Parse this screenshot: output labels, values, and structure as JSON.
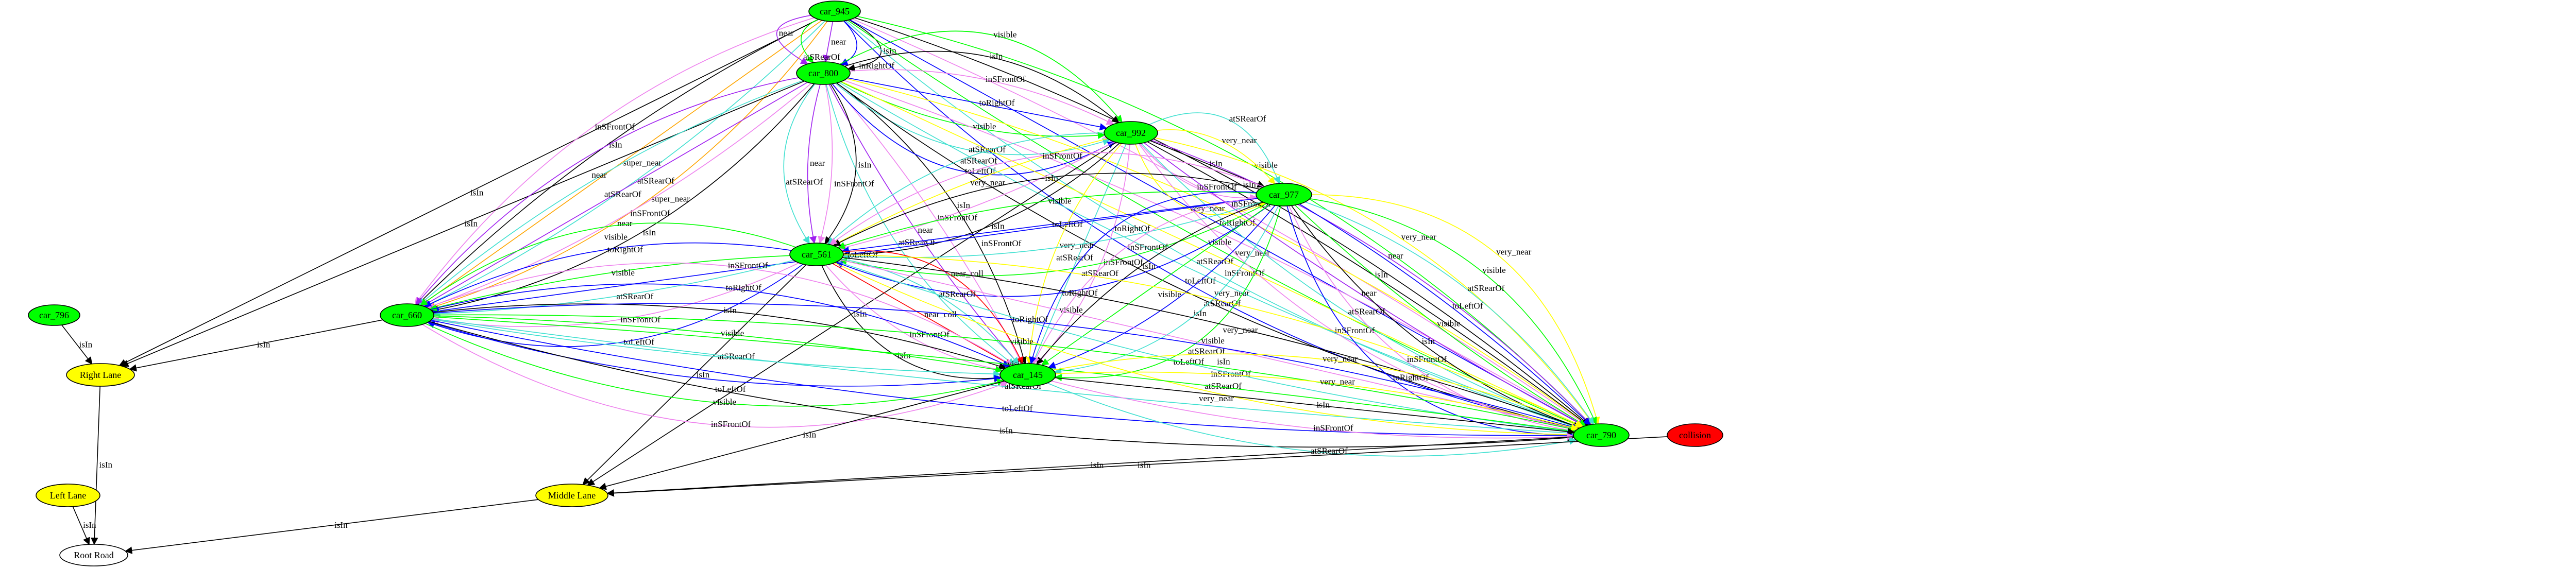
{
  "palette": {
    "ego_car": "#00ff00",
    "collision": "#ff0000",
    "lane": "#ffff00",
    "road": "#ffffff",
    "outline": "#000000"
  },
  "nodes": [
    {
      "id": "car_945",
      "label": "car_945",
      "kind": "car"
    },
    {
      "id": "car_800",
      "label": "car_800",
      "kind": "car"
    },
    {
      "id": "car_992",
      "label": "car_992",
      "kind": "car"
    },
    {
      "id": "car_977",
      "label": "car_977",
      "kind": "car"
    },
    {
      "id": "car_561",
      "label": "car_561",
      "kind": "car"
    },
    {
      "id": "car_796",
      "label": "car_796",
      "kind": "car"
    },
    {
      "id": "car_660",
      "label": "car_660",
      "kind": "car"
    },
    {
      "id": "car_145",
      "label": "car_145",
      "kind": "car"
    },
    {
      "id": "car_790",
      "label": "car_790",
      "kind": "car"
    },
    {
      "id": "collision",
      "label": "collision",
      "kind": "collision"
    },
    {
      "id": "right_lane",
      "label": "Right Lane",
      "kind": "lane"
    },
    {
      "id": "left_lane",
      "label": "Left Lane",
      "kind": "lane"
    },
    {
      "id": "middle_lane",
      "label": "Middle Lane",
      "kind": "lane"
    },
    {
      "id": "root_road",
      "label": "Root Road",
      "kind": "road"
    }
  ],
  "edges": [
    {
      "from": "car_945",
      "to": "right_lane",
      "label": "isIn",
      "color": "#000000"
    },
    {
      "from": "car_945",
      "to": "car_660",
      "label": "super_near",
      "color": "#ffa500"
    },
    {
      "from": "car_945",
      "to": "car_660",
      "label": "atSRearOf",
      "color": "#40e0d0"
    },
    {
      "from": "car_945",
      "to": "car_660",
      "label": "super_near",
      "color": "#ffa500"
    },
    {
      "from": "car_945",
      "to": "car_660",
      "label": "isIn",
      "color": "#000000"
    },
    {
      "from": "car_945",
      "to": "car_660",
      "label": "inSFrontOf",
      "color": "#ee82ee"
    },
    {
      "from": "car_945",
      "to": "car_800",
      "label": "isIn",
      "color": "#000000"
    },
    {
      "from": "car_945",
      "to": "car_800",
      "label": "inRightOf",
      "color": "#0000ff"
    },
    {
      "from": "car_945",
      "to": "car_800",
      "label": "near",
      "color": "#a020f0"
    },
    {
      "from": "car_945",
      "to": "car_800",
      "label": "atSRearOf",
      "color": "#00ff00"
    },
    {
      "from": "car_945",
      "to": "car_800",
      "label": "near",
      "color": "#a020f0"
    },
    {
      "from": "car_945",
      "to": "car_790",
      "label": "visible",
      "color": "#00ff00"
    },
    {
      "from": "car_945",
      "to": "car_790",
      "label": "isIn",
      "color": "#000000"
    },
    {
      "from": "car_945",
      "to": "car_790",
      "label": "inSFrontOf",
      "color": "#ee82ee"
    },
    {
      "from": "car_945",
      "to": "car_790",
      "label": "toRightOf",
      "color": "#0000ff"
    },
    {
      "from": "car_945",
      "to": "car_790",
      "label": "visible",
      "color": "#00ff00"
    },
    {
      "from": "car_945",
      "to": "car_790",
      "label": "atSRearOf",
      "color": "#40e0d0"
    },
    {
      "from": "car_945",
      "to": "car_790",
      "label": "toLeftOf",
      "color": "#0000ff"
    },
    {
      "from": "car_800",
      "to": "right_lane",
      "label": "isIn",
      "color": "#000000"
    },
    {
      "from": "car_800",
      "to": "car_660",
      "label": "isIn",
      "color": "#000000"
    },
    {
      "from": "car_800",
      "to": "car_660",
      "label": "inSFrontOf",
      "color": "#ee82ee"
    },
    {
      "from": "car_800",
      "to": "car_660",
      "label": "near",
      "color": "#a020f0"
    },
    {
      "from": "car_800",
      "to": "car_660",
      "label": "atSRearOf",
      "color": "#40e0d0"
    },
    {
      "from": "car_800",
      "to": "car_660",
      "label": "near",
      "color": "#a020f0"
    },
    {
      "from": "car_800",
      "to": "car_145",
      "label": "isIn",
      "color": "#000000"
    },
    {
      "from": "car_800",
      "to": "car_145",
      "label": "inSFrontOf",
      "color": "#ee82ee"
    },
    {
      "from": "car_800",
      "to": "car_145",
      "label": "near",
      "color": "#a020f0"
    },
    {
      "from": "car_800",
      "to": "car_145",
      "label": "atSRearOf",
      "color": "#40e0d0"
    },
    {
      "from": "car_800",
      "to": "car_561",
      "label": "isIn",
      "color": "#000000"
    },
    {
      "from": "car_800",
      "to": "car_561",
      "label": "inSFrontOf",
      "color": "#ee82ee"
    },
    {
      "from": "car_800",
      "to": "car_561",
      "label": "near",
      "color": "#a020f0"
    },
    {
      "from": "car_800",
      "to": "car_561",
      "label": "atSRearOf",
      "color": "#40e0d0"
    },
    {
      "from": "car_800",
      "to": "car_992",
      "label": "visible",
      "color": "#00ff00"
    },
    {
      "from": "car_800",
      "to": "car_992",
      "label": "isIn",
      "color": "#000000"
    },
    {
      "from": "car_800",
      "to": "car_992",
      "label": "inSFrontOf",
      "color": "#ee82ee"
    },
    {
      "from": "car_800",
      "to": "car_992",
      "label": "toRightOf",
      "color": "#0000ff"
    },
    {
      "from": "car_800",
      "to": "car_992",
      "label": "visible",
      "color": "#00ff00"
    },
    {
      "from": "car_800",
      "to": "car_992",
      "label": "atSRearOf",
      "color": "#40e0d0"
    },
    {
      "from": "car_800",
      "to": "car_992",
      "label": "toLeftOf",
      "color": "#0000ff"
    },
    {
      "from": "car_800",
      "to": "car_790",
      "label": "very_near",
      "color": "#ffff00"
    },
    {
      "from": "car_800",
      "to": "car_790",
      "label": "inSFrontOf",
      "color": "#ee82ee"
    },
    {
      "from": "car_800",
      "to": "car_790",
      "label": "very_near",
      "color": "#ffff00"
    },
    {
      "from": "car_800",
      "to": "car_790",
      "label": "atSRearOf",
      "color": "#40e0d0"
    },
    {
      "from": "car_800",
      "to": "car_790",
      "label": "isIn",
      "color": "#000000"
    },
    {
      "from": "car_992",
      "to": "car_977",
      "label": "atSRearOf",
      "color": "#40e0d0"
    },
    {
      "from": "car_992",
      "to": "car_977",
      "label": "very_near",
      "color": "#ffff00"
    },
    {
      "from": "car_992",
      "to": "car_977",
      "label": "isIn",
      "color": "#000000"
    },
    {
      "from": "car_992",
      "to": "car_977",
      "label": "inSFrontOf",
      "color": "#ee82ee"
    },
    {
      "from": "car_992",
      "to": "car_977",
      "label": "very_near",
      "color": "#ffff00"
    },
    {
      "from": "car_992",
      "to": "car_561",
      "label": "isIn",
      "color": "#000000"
    },
    {
      "from": "car_992",
      "to": "car_561",
      "label": "inSFrontOf",
      "color": "#ee82ee"
    },
    {
      "from": "car_992",
      "to": "car_561",
      "label": "very_near",
      "color": "#ffff00"
    },
    {
      "from": "car_992",
      "to": "car_561",
      "label": "atSRearOf",
      "color": "#40e0d0"
    },
    {
      "from": "car_992",
      "to": "car_145",
      "label": "inSFrontOf",
      "color": "#ee82ee"
    },
    {
      "from": "car_992",
      "to": "car_145",
      "label": "atSRearOf",
      "color": "#40e0d0"
    },
    {
      "from": "car_992",
      "to": "car_145",
      "label": "very_near",
      "color": "#ffff00"
    },
    {
      "from": "car_992",
      "to": "car_790",
      "label": "very_near",
      "color": "#ffff00"
    },
    {
      "from": "car_992",
      "to": "car_790",
      "label": "near",
      "color": "#a020f0"
    },
    {
      "from": "car_992",
      "to": "car_790",
      "label": "isIn",
      "color": "#000000"
    },
    {
      "from": "car_992",
      "to": "car_790",
      "label": "near",
      "color": "#a020f0"
    },
    {
      "from": "car_992",
      "to": "car_790",
      "label": "atSRearOf",
      "color": "#40e0d0"
    },
    {
      "from": "car_992",
      "to": "car_790",
      "label": "inSFrontOf",
      "color": "#ee82ee"
    },
    {
      "from": "car_992",
      "to": "middle_lane",
      "label": "isIn",
      "color": "#000000"
    },
    {
      "from": "car_977",
      "to": "car_561",
      "label": "toRightOf",
      "color": "#0000ff"
    },
    {
      "from": "car_977",
      "to": "car_561",
      "label": "visible",
      "color": "#00ff00"
    },
    {
      "from": "car_977",
      "to": "car_561",
      "label": "atSRearOf",
      "color": "#40e0d0"
    },
    {
      "from": "car_977",
      "to": "car_561",
      "label": "toLeftOf",
      "color": "#0000ff"
    },
    {
      "from": "car_977",
      "to": "car_561",
      "label": "visible",
      "color": "#00ff00"
    },
    {
      "from": "car_977",
      "to": "car_561",
      "label": "isIn",
      "color": "#000000"
    },
    {
      "from": "car_977",
      "to": "car_561",
      "label": "inSFrontOf",
      "color": "#ee82ee"
    },
    {
      "from": "car_977",
      "to": "car_660",
      "label": "toLeftOf",
      "color": "#0000ff"
    },
    {
      "from": "car_977",
      "to": "car_145",
      "label": "visible",
      "color": "#00ff00"
    },
    {
      "from": "car_977",
      "to": "car_145",
      "label": "atSRearOf",
      "color": "#40e0d0"
    },
    {
      "from": "car_977",
      "to": "car_145",
      "label": "toLeftOf",
      "color": "#0000ff"
    },
    {
      "from": "car_977",
      "to": "car_145",
      "label": "visible",
      "color": "#00ff00"
    },
    {
      "from": "car_977",
      "to": "car_145",
      "label": "isIn",
      "color": "#000000"
    },
    {
      "from": "car_977",
      "to": "car_145",
      "label": "inSFrontOf",
      "color": "#ee82ee"
    },
    {
      "from": "car_977",
      "to": "car_145",
      "label": "toRightOf",
      "color": "#0000ff"
    },
    {
      "from": "car_977",
      "to": "car_790",
      "label": "very_near",
      "color": "#ffff00"
    },
    {
      "from": "car_977",
      "to": "car_790",
      "label": "visible",
      "color": "#00ff00"
    },
    {
      "from": "car_977",
      "to": "car_790",
      "label": "atSRearOf",
      "color": "#40e0d0"
    },
    {
      "from": "car_977",
      "to": "car_790",
      "label": "toLeftOf",
      "color": "#0000ff"
    },
    {
      "from": "car_977",
      "to": "car_790",
      "label": "visible",
      "color": "#00ff00"
    },
    {
      "from": "car_977",
      "to": "car_790",
      "label": "isIn",
      "color": "#000000"
    },
    {
      "from": "car_977",
      "to": "car_790",
      "label": "inSFrontOf",
      "color": "#ee82ee"
    },
    {
      "from": "car_977",
      "to": "car_790",
      "label": "toRightOf",
      "color": "#0000ff"
    },
    {
      "from": "car_561",
      "to": "middle_lane",
      "label": "isIn",
      "color": "#000000"
    },
    {
      "from": "car_561",
      "to": "car_660",
      "label": "toLeftOf",
      "color": "#0000ff"
    },
    {
      "from": "car_561",
      "to": "car_660",
      "label": "inSFrontOf",
      "color": "#ee82ee"
    },
    {
      "from": "car_561",
      "to": "car_660",
      "label": "atSRearOf",
      "color": "#40e0d0"
    },
    {
      "from": "car_561",
      "to": "car_660",
      "label": "visible",
      "color": "#00ff00"
    },
    {
      "from": "car_561",
      "to": "car_660",
      "label": "toRightOf",
      "color": "#0000ff"
    },
    {
      "from": "car_561",
      "to": "car_660",
      "label": "visible",
      "color": "#00ff00"
    },
    {
      "from": "car_561",
      "to": "car_145",
      "label": "near_coll",
      "color": "#ff0000"
    },
    {
      "from": "car_561",
      "to": "car_145",
      "label": "atSRearOf",
      "color": "#40e0d0"
    },
    {
      "from": "car_561",
      "to": "car_145",
      "label": "near_coll",
      "color": "#ff0000"
    },
    {
      "from": "car_561",
      "to": "car_145",
      "label": "inSFrontOf",
      "color": "#ee82ee"
    },
    {
      "from": "car_561",
      "to": "car_145",
      "label": "isIn",
      "color": "#000000"
    },
    {
      "from": "car_561",
      "to": "car_790",
      "label": "very_near",
      "color": "#ffff00"
    },
    {
      "from": "car_561",
      "to": "car_790",
      "label": "isIn",
      "color": "#000000"
    },
    {
      "from": "car_561",
      "to": "car_790",
      "label": "inSFrontOf",
      "color": "#ee82ee"
    },
    {
      "from": "car_561",
      "to": "car_790",
      "label": "atSRearOf",
      "color": "#40e0d0"
    },
    {
      "from": "car_561",
      "to": "car_790",
      "label": "very_near",
      "color": "#ffff00"
    },
    {
      "from": "car_796",
      "to": "right_lane",
      "label": "isIn",
      "color": "#000000"
    },
    {
      "from": "car_660",
      "to": "right_lane",
      "label": "isIn",
      "color": "#000000"
    },
    {
      "from": "car_660",
      "to": "car_145",
      "label": "inSFrontOf",
      "color": "#ee82ee"
    },
    {
      "from": "car_660",
      "to": "car_145",
      "label": "toRightOf",
      "color": "#0000ff"
    },
    {
      "from": "car_660",
      "to": "car_145",
      "label": "isIn",
      "color": "#000000"
    },
    {
      "from": "car_660",
      "to": "car_145",
      "label": "visible",
      "color": "#00ff00"
    },
    {
      "from": "car_660",
      "to": "car_145",
      "label": "atSRearOf",
      "color": "#40e0d0"
    },
    {
      "from": "car_660",
      "to": "car_145",
      "label": "toLeftOf",
      "color": "#0000ff"
    },
    {
      "from": "car_660",
      "to": "car_145",
      "label": "visible",
      "color": "#00ff00"
    },
    {
      "from": "car_660",
      "to": "car_145",
      "label": "inSFrontOf",
      "color": "#ee82ee"
    },
    {
      "from": "car_660",
      "to": "car_790",
      "label": "toRightOf",
      "color": "#0000ff"
    },
    {
      "from": "car_660",
      "to": "car_790",
      "label": "visible",
      "color": "#00ff00"
    },
    {
      "from": "car_660",
      "to": "car_790",
      "label": "visible",
      "color": "#00ff00"
    },
    {
      "from": "car_660",
      "to": "car_790",
      "label": "atSRearOf",
      "color": "#40e0d0"
    },
    {
      "from": "car_660",
      "to": "car_790",
      "label": "toLeftOf",
      "color": "#0000ff"
    },
    {
      "from": "car_660",
      "to": "car_790",
      "label": "isIn",
      "color": "#000000"
    },
    {
      "from": "car_145",
      "to": "middle_lane",
      "label": "isIn",
      "color": "#000000"
    },
    {
      "from": "car_145",
      "to": "car_790",
      "label": "very_near",
      "color": "#ffff00"
    },
    {
      "from": "car_145",
      "to": "car_790",
      "label": "very_near",
      "color": "#ffff00"
    },
    {
      "from": "car_145",
      "to": "car_790",
      "label": "isIn",
      "color": "#000000"
    },
    {
      "from": "car_145",
      "to": "car_790",
      "label": "inSFrontOf",
      "color": "#ee82ee"
    },
    {
      "from": "car_145",
      "to": "car_790",
      "label": "atSRearOf",
      "color": "#40e0d0"
    },
    {
      "from": "car_790",
      "to": "middle_lane",
      "label": "isIn",
      "color": "#000000"
    },
    {
      "from": "collision",
      "to": "middle_lane",
      "label": "isIn",
      "color": "#000000"
    },
    {
      "from": "right_lane",
      "to": "root_road",
      "label": "isIn",
      "color": "#000000"
    },
    {
      "from": "left_lane",
      "to": "root_road",
      "label": "isIn",
      "color": "#000000"
    },
    {
      "from": "middle_lane",
      "to": "root_road",
      "label": "isIn",
      "color": "#000000"
    }
  ]
}
